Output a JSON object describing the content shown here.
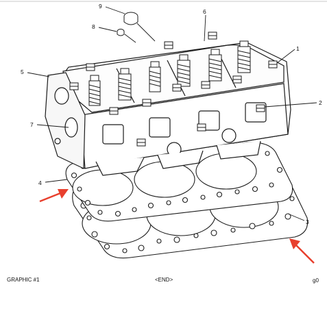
{
  "callouts": [
    {
      "label": "1"
    },
    {
      "label": "2"
    },
    {
      "label": "3"
    },
    {
      "label": "4"
    },
    {
      "label": "5"
    },
    {
      "label": "6"
    },
    {
      "label": "7"
    },
    {
      "label": "8"
    },
    {
      "label": "9"
    }
  ],
  "footer": {
    "caption": "GRAPHIC #1",
    "end_marker": "<END>",
    "reference": "g0"
  },
  "colors": {
    "line": "#1a1a1a",
    "arrow": "#e8402e",
    "background": "#ffffff"
  }
}
